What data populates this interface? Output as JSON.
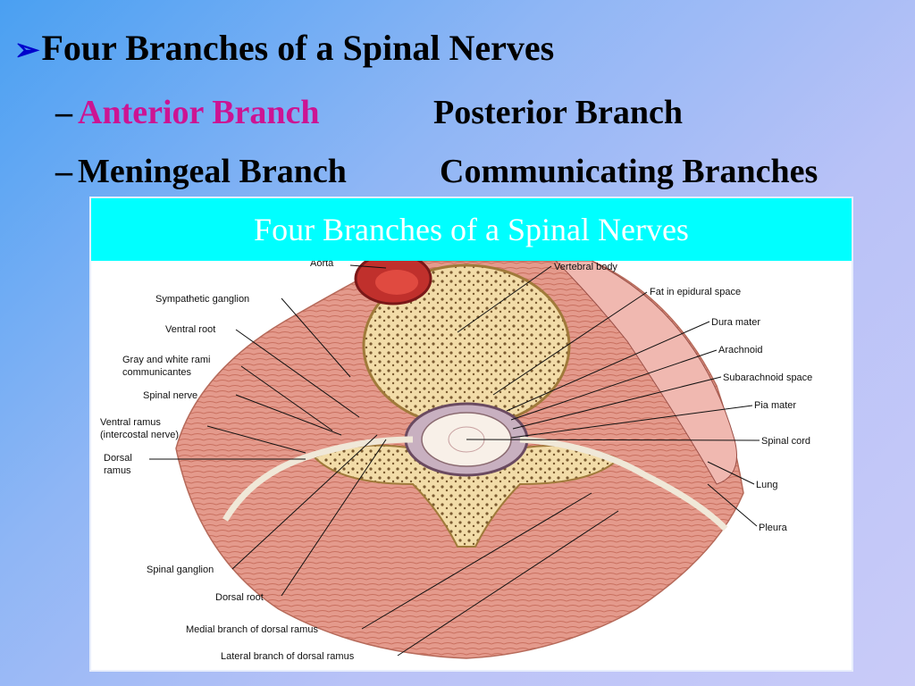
{
  "slide": {
    "title": "Four Branches of a Spinal Nerves",
    "bullets": [
      {
        "left": "Anterior Branch",
        "right": "Posterior Branch"
      },
      {
        "left": "Meningeal Branch",
        "right": "Communicating Branches"
      }
    ],
    "colors": {
      "bullet": "#0000cc",
      "highlight": "#cc1493",
      "header_bg": "#00ffff"
    }
  },
  "figure": {
    "header": "Four Branches of a Spinal Nerves",
    "labels": {
      "aorta": "Aorta",
      "vertebral_body": "Vertebral body",
      "fat_epidural": "Fat in epidural space",
      "dura_mater": "Dura mater",
      "arachnoid": "Arachnoid",
      "subarachnoid": "Subarachnoid space",
      "pia_mater": "Pia mater",
      "spinal_cord": "Spinal cord",
      "lung": "Lung",
      "pleura": "Pleura",
      "sympathetic_ganglion": "Sympathetic ganglion",
      "ventral_root": "Ventral root",
      "gray_white_rami_1": "Gray and white rami",
      "gray_white_rami_2": "communicantes",
      "spinal_nerve": "Spinal nerve",
      "ventral_ramus_1": "Ventral ramus",
      "ventral_ramus_2": "(intercostal nerve)",
      "dorsal_ramus_1": "Dorsal",
      "dorsal_ramus_2": "ramus",
      "spinal_ganglion": "Spinal ganglion",
      "dorsal_root": "Dorsal root",
      "medial_branch": "Medial branch of dorsal ramus",
      "lateral_branch": "Lateral branch of dorsal ramus"
    }
  }
}
